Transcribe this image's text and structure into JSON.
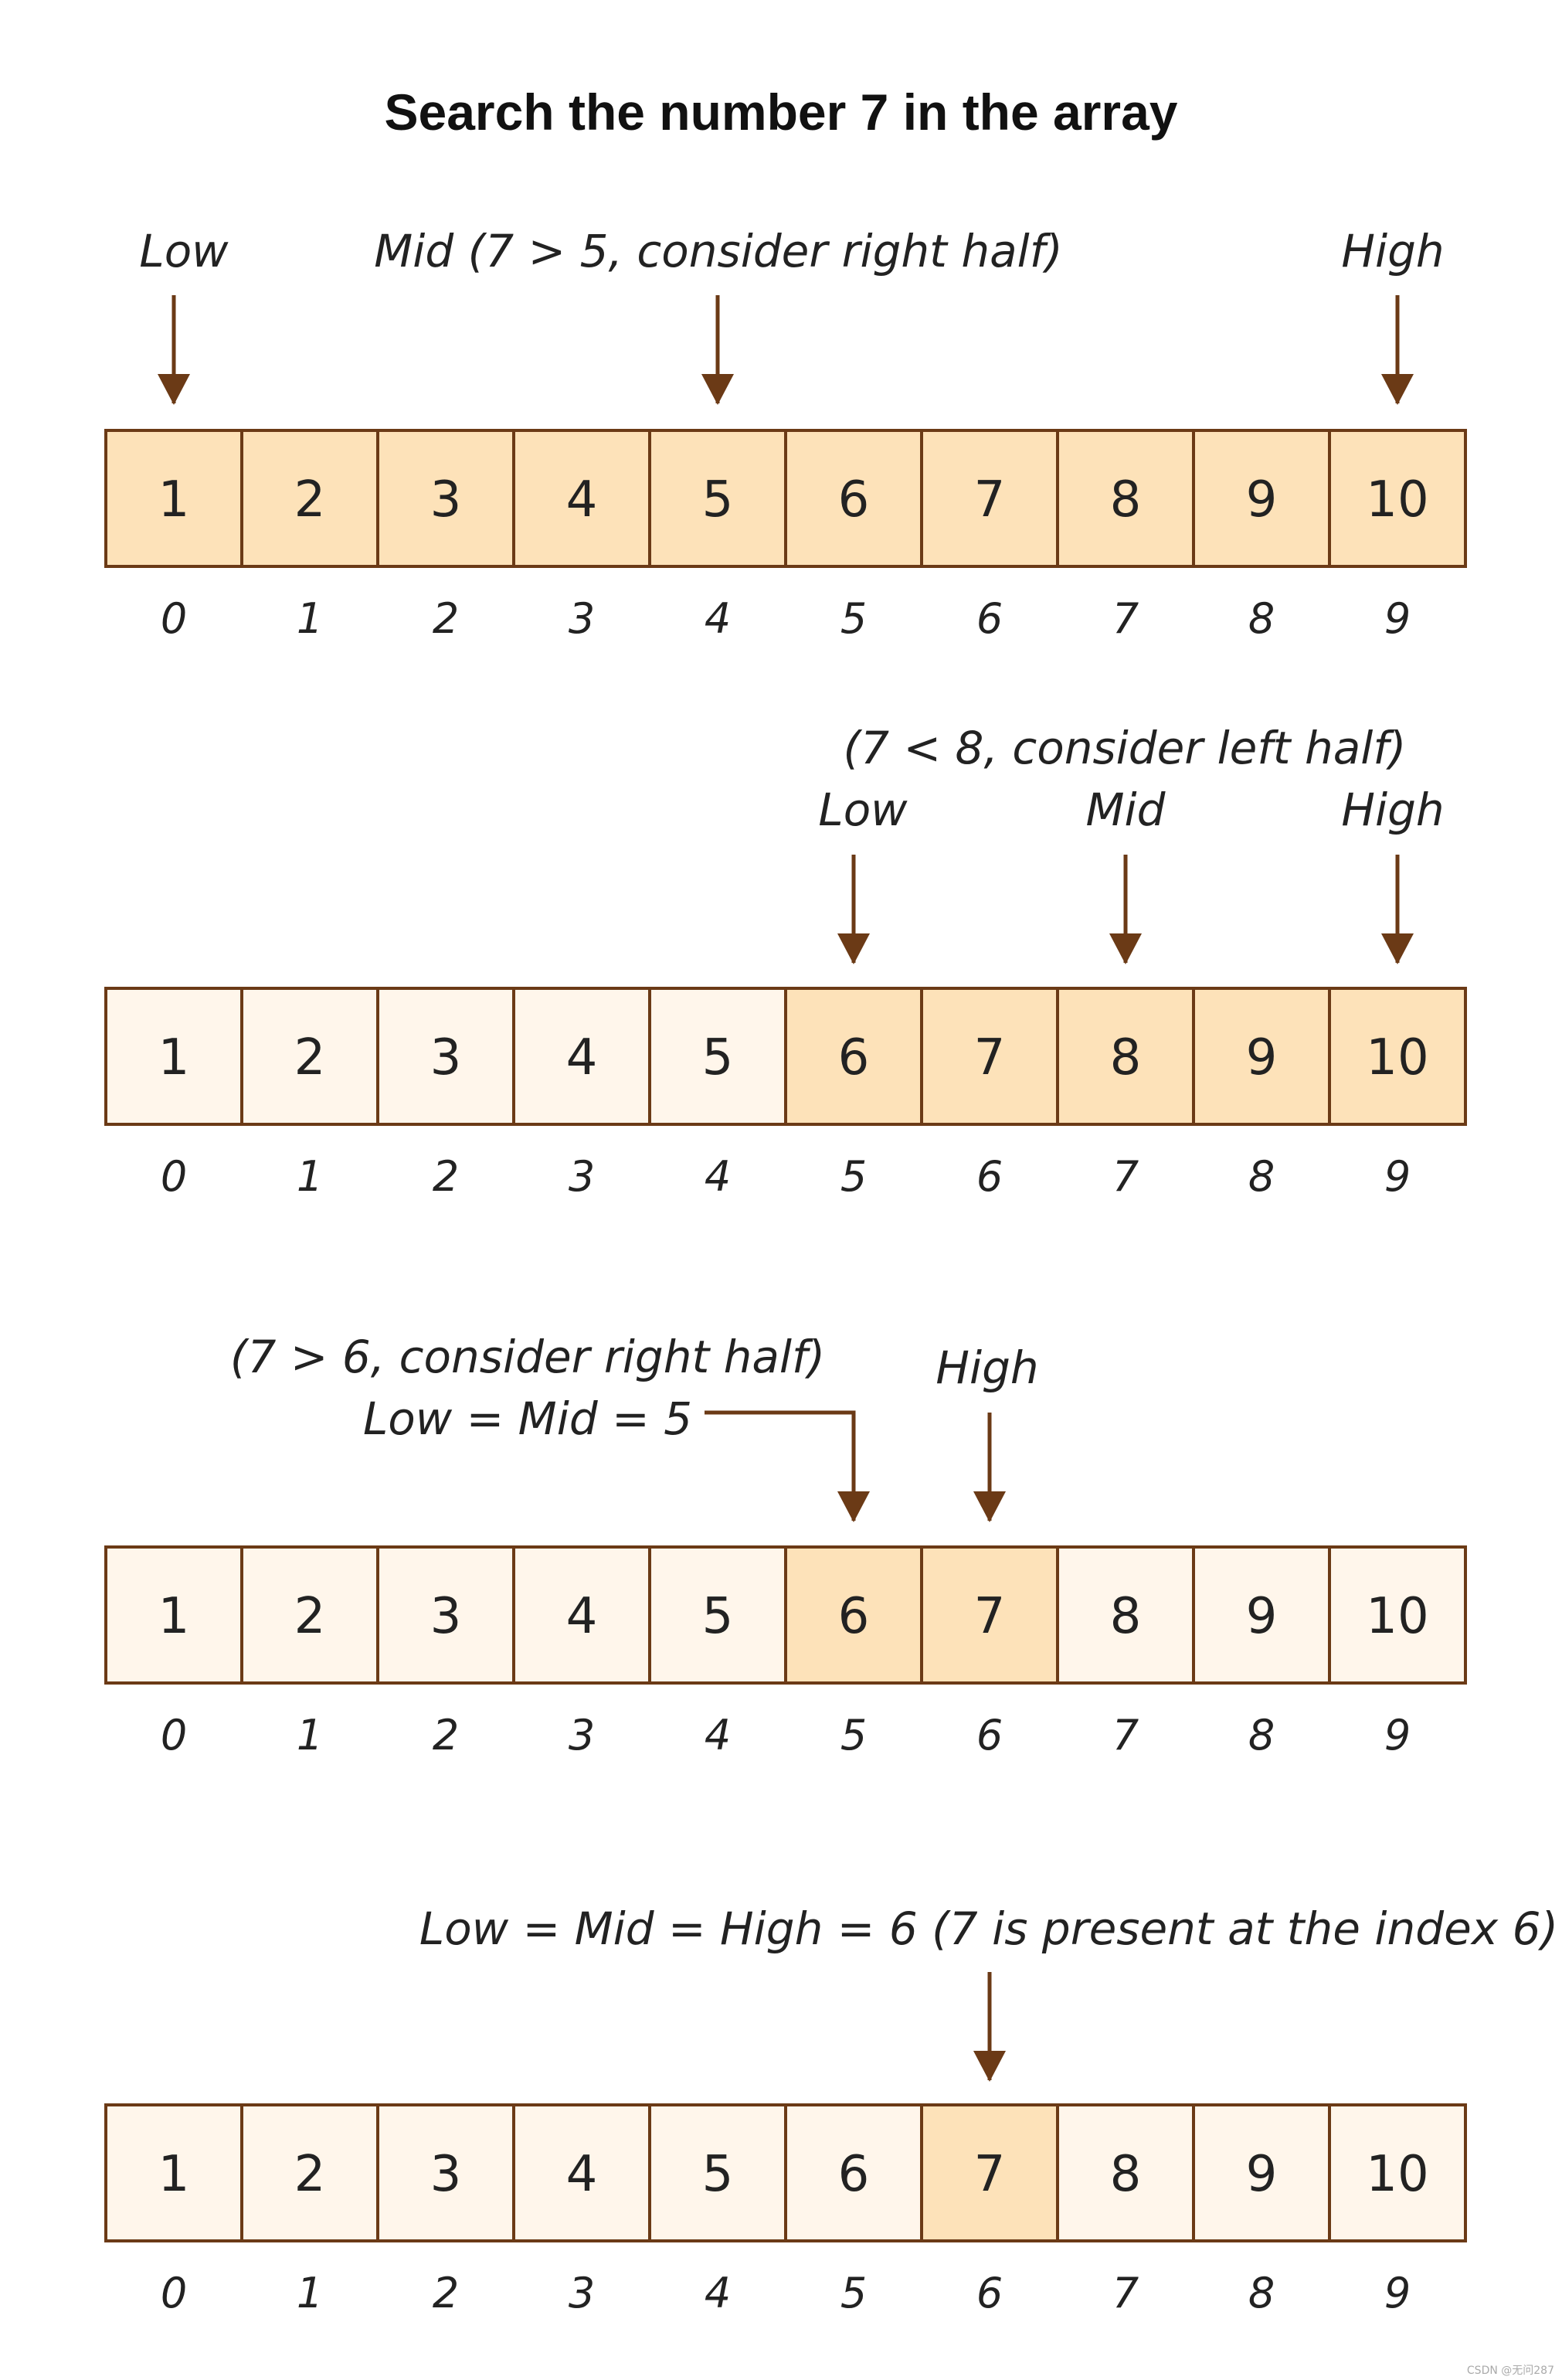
{
  "title": "Search the number 7 in the array",
  "colors": {
    "active": "#fde2b9",
    "inactive": "#fff6eb",
    "border": "#6b3a16",
    "arrow": "#6b3a16"
  },
  "values": [
    "1",
    "2",
    "3",
    "4",
    "5",
    "6",
    "7",
    "8",
    "9",
    "10"
  ],
  "indices": [
    "0",
    "1",
    "2",
    "3",
    "4",
    "5",
    "6",
    "7",
    "8",
    "9"
  ],
  "steps": [
    {
      "active": [
        0,
        1,
        2,
        3,
        4,
        5,
        6,
        7,
        8,
        9
      ],
      "labels": {
        "low": "Low",
        "mid": "Mid (7 > 5, consider right half)",
        "high": "High"
      }
    },
    {
      "active": [
        5,
        6,
        7,
        8,
        9
      ],
      "labels": {
        "note": "(7 < 8, consider left half)",
        "low": "Low",
        "mid": "Mid",
        "high": "High"
      }
    },
    {
      "active": [
        5,
        6
      ],
      "labels": {
        "note": "(7 > 6, consider right half)",
        "lowmid": "Low = Mid = 5",
        "high": "High"
      }
    },
    {
      "active": [
        6
      ],
      "labels": {
        "all": "Low = Mid = High = 6 (7 is present at the index 6)"
      }
    }
  ],
  "watermark": "CSDN @无问287"
}
